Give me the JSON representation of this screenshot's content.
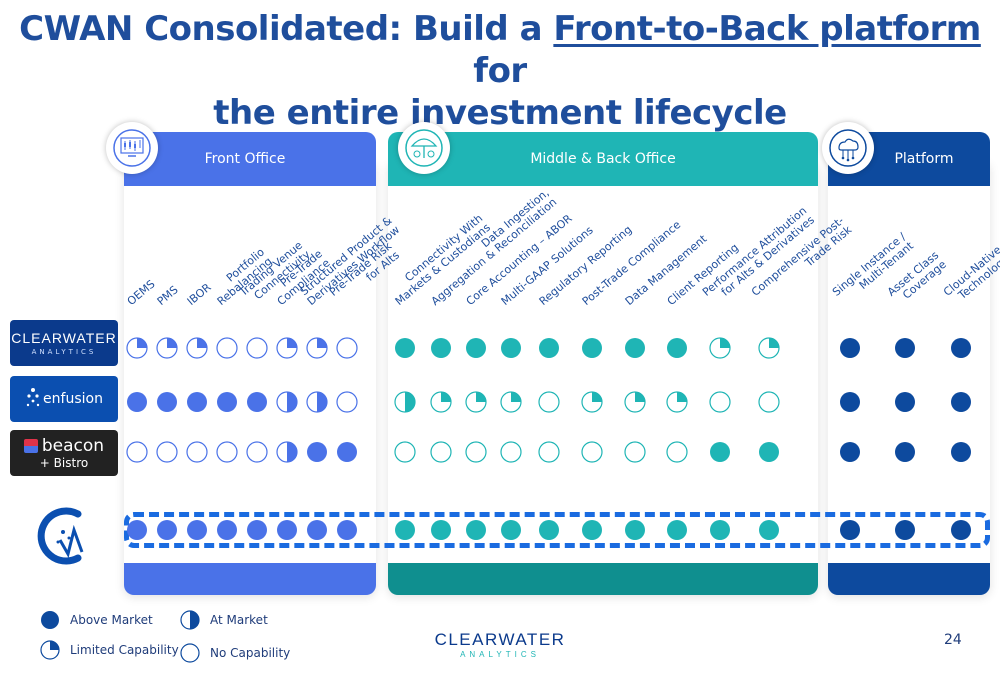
{
  "title": {
    "line1_pre": "CWAN Consolidated: Build a ",
    "line1_link": "Front-to-Back platform",
    "line1_post": " for",
    "line2": "the entire investment lifecycle"
  },
  "panels": {
    "front": {
      "label": "Front Office",
      "color": "#4a72e8"
    },
    "middle": {
      "label": "Middle & Back Office",
      "color": "#1fb5b5",
      "footer_color": "#0f8f8f"
    },
    "platform": {
      "label": "Platform",
      "color": "#0d4a9e"
    }
  },
  "columns": {
    "front": [
      [
        "OEMS"
      ],
      [
        "PMS"
      ],
      [
        "IBOR"
      ],
      [
        "Portfolio",
        "Rebalancing"
      ],
      [
        "Trading Venue",
        "Connectivity"
      ],
      [
        "Pre-Trade",
        "Compliance"
      ],
      [
        "Structured Product &",
        "Derivatives Workflow"
      ],
      [
        "Pre-Trade Risk",
        "for Alts"
      ]
    ],
    "middle": [
      [
        "Connectivity With",
        "Markets & Custodians"
      ],
      [
        "Data Ingestion,",
        "Aggregation & Reconciliation"
      ],
      [
        "Core Accounting – ABOR"
      ],
      [
        "Multi-GAAP Solutions"
      ],
      [
        "Regulatory Reporting"
      ],
      [
        "Post-Trade Compliance"
      ],
      [
        "Data Management"
      ],
      [
        "Client Reporting"
      ],
      [
        "Performance Attribution",
        "for Alts & Derivatives"
      ],
      [
        "Comprehensive Post-",
        "Trade Risk"
      ]
    ],
    "platform": [
      [
        "Single Instance /",
        "Multi-Tenant"
      ],
      [
        "Asset Class",
        "Coverage"
      ],
      [
        "Cloud-Native",
        "Technology"
      ]
    ]
  },
  "rows": [
    {
      "name": "clearwater",
      "front": [
        "limited",
        "limited",
        "limited",
        "none",
        "none",
        "limited",
        "limited",
        "none"
      ],
      "middle": [
        "above",
        "above",
        "above",
        "above",
        "above",
        "above",
        "above",
        "above",
        "limited",
        "limited"
      ],
      "platform": [
        "above",
        "above",
        "above"
      ]
    },
    {
      "name": "enfusion",
      "front": [
        "above",
        "above",
        "above",
        "above",
        "above",
        "market",
        "market",
        "none"
      ],
      "middle": [
        "market",
        "limited",
        "limited",
        "limited",
        "none",
        "limited",
        "limited",
        "limited",
        "none",
        "none"
      ],
      "platform": [
        "above",
        "above",
        "above"
      ]
    },
    {
      "name": "beacon",
      "front": [
        "none",
        "none",
        "none",
        "none",
        "none",
        "market",
        "above",
        "above"
      ],
      "middle": [
        "none",
        "none",
        "none",
        "none",
        "none",
        "none",
        "none",
        "none",
        "above",
        "above"
      ],
      "platform": [
        "above",
        "above",
        "above"
      ]
    },
    {
      "name": "cwan",
      "front": [
        "above",
        "above",
        "above",
        "above",
        "above",
        "above",
        "above",
        "above"
      ],
      "middle": [
        "above",
        "above",
        "above",
        "above",
        "above",
        "above",
        "above",
        "above",
        "above",
        "above"
      ],
      "platform": [
        "above",
        "above",
        "above"
      ]
    }
  ],
  "logos": {
    "clearwater": {
      "line1": "CLEARWATER",
      "line2": "ANALYTICS"
    },
    "enfusion": {
      "text": "enfusion"
    },
    "beacon": {
      "line1": "beacon",
      "line2": "+ Bistro"
    }
  },
  "icons": {
    "front": "trading-chart-icon",
    "middle": "umbrella-money-icon",
    "platform": "cloud-circuit-icon"
  },
  "legend": {
    "above": "Above Market",
    "market": "At Market",
    "limited": "Limited Capability",
    "none": "No Capability"
  },
  "footer": {
    "brand_line1": "CLEARWATER",
    "brand_line2": "ANALYTICS",
    "page_number": "24"
  }
}
